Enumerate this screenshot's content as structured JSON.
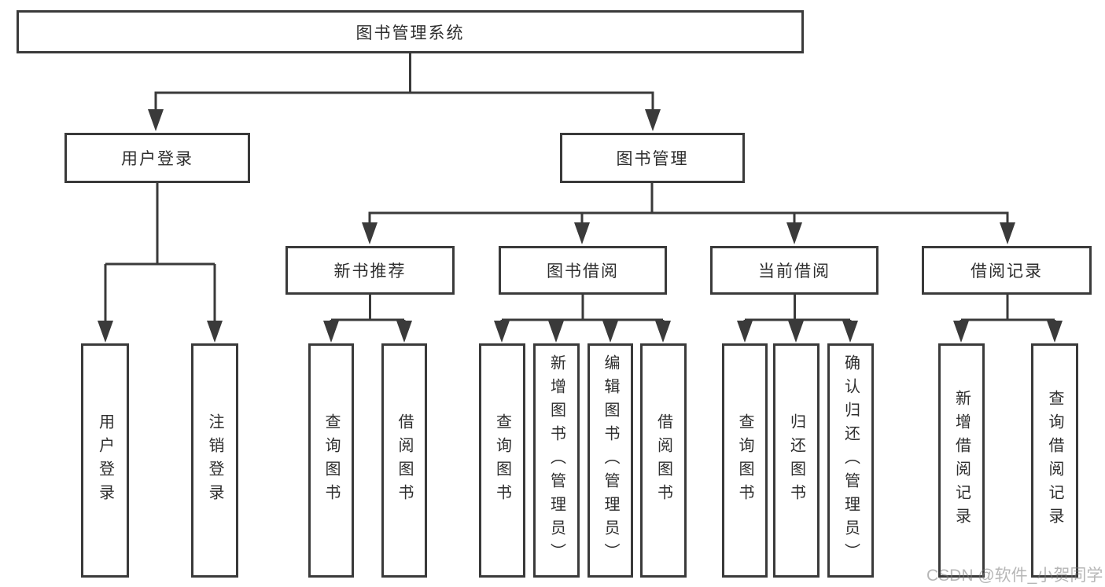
{
  "tree": {
    "root": {
      "label": "图书管理系统",
      "children": [
        {
          "label": "用户登录",
          "children": [
            {
              "label": "用户登录"
            },
            {
              "label": "注销登录"
            }
          ]
        },
        {
          "label": "图书管理",
          "children": [
            {
              "label": "新书推荐",
              "children": [
                {
                  "label": "查询图书"
                },
                {
                  "label": "借阅图书"
                }
              ]
            },
            {
              "label": "图书借阅",
              "children": [
                {
                  "label": "查询图书"
                },
                {
                  "label": "新增图书（管理员）"
                },
                {
                  "label": "编辑图书（管理员）"
                },
                {
                  "label": "借阅图书"
                }
              ]
            },
            {
              "label": "当前借阅",
              "children": [
                {
                  "label": "查询图书"
                },
                {
                  "label": "归还图书"
                },
                {
                  "label": "确认归还（管理员）"
                }
              ]
            },
            {
              "label": "借阅记录",
              "children": [
                {
                  "label": "新增借阅记录"
                },
                {
                  "label": "查询借阅记录"
                }
              ]
            }
          ]
        }
      ]
    }
  },
  "watermark": {
    "text": "CSDN @软件_小贺同学"
  },
  "colors": {
    "line": "#3a3a3a",
    "text": "#2e2e2e",
    "box_background": "#ffffff",
    "watermark": "#b5b5b5",
    "background": "#ffffff"
  }
}
